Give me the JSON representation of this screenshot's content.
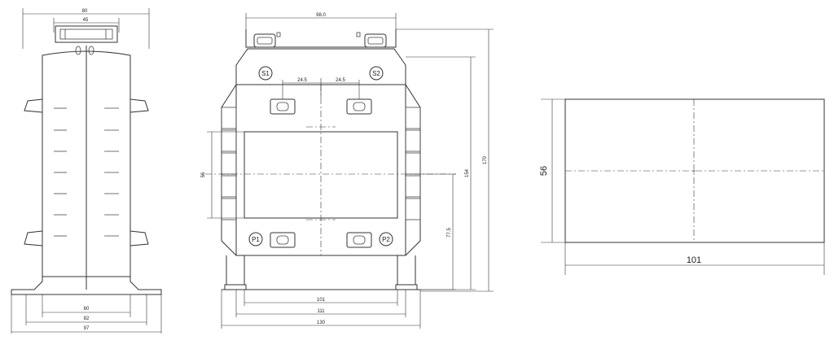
{
  "side_view": {
    "dims": {
      "top_width": "80",
      "top_inner": "45",
      "base_60": "60",
      "base_82": "82",
      "base_97": "97"
    }
  },
  "front_view": {
    "dims": {
      "top_98": "98.0",
      "term_left": "24.5",
      "term_right": "24.5",
      "window_56": "56",
      "height_154": "154",
      "height_170": "170",
      "height_77": "77.5",
      "base_101": "101",
      "base_111": "111",
      "base_130": "130"
    },
    "terminals": {
      "s1": "S1",
      "s2": "S2",
      "p1": "P1",
      "p2": "P2"
    }
  },
  "window_view": {
    "dims": {
      "height": "56",
      "width": "101"
    }
  }
}
